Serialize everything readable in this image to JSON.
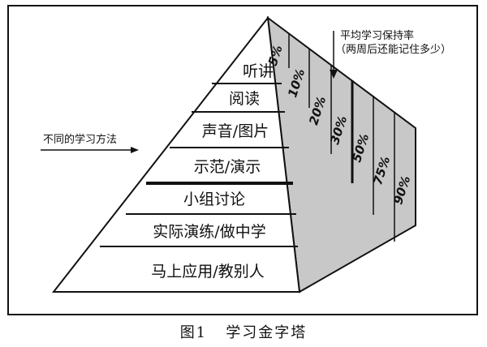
{
  "left_annotation": "不同的学习方法",
  "right_annotation": {
    "title": "平均学习保持率",
    "subtitle": "（两周后还能记住多少）"
  },
  "levels": [
    {
      "label": "听讲",
      "rate": "5%"
    },
    {
      "label": "阅读",
      "rate": "10%"
    },
    {
      "label": "声音/图片",
      "rate": "20%"
    },
    {
      "label": "示范/演示",
      "rate": "30%"
    },
    {
      "label": "小组讨论",
      "rate": "50%"
    },
    {
      "label": "实际演练/做中学",
      "rate": "75%"
    },
    {
      "label": "马上应用/教别人",
      "rate": "90%"
    }
  ],
  "caption": "图1   学习金字塔",
  "colors": {
    "line": "#111111",
    "side_face": "#c8c8c8",
    "front_face": "#ffffff"
  }
}
